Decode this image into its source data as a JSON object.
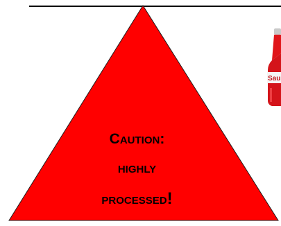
{
  "warning_sign": {
    "line1": "Caution:",
    "line2": "highly",
    "line3": "processed",
    "line3_end": "!",
    "fill_color": "#ff0000"
  },
  "bottle": {
    "label_text": "Sau",
    "body_color": "#e0151a",
    "label_color": "#f4f4f4"
  }
}
